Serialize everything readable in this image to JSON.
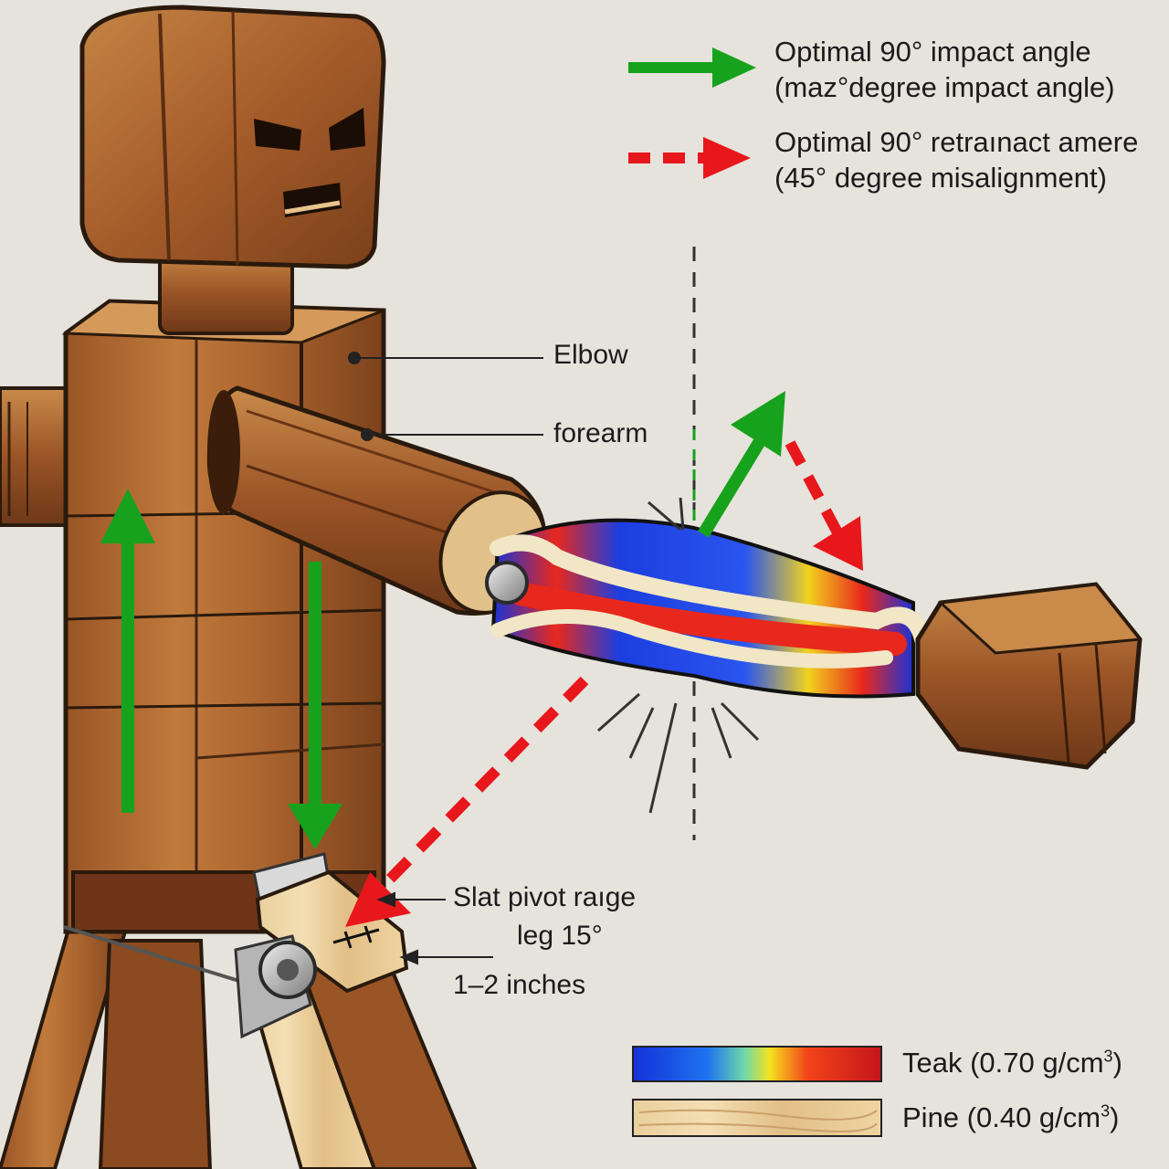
{
  "legend": [
    {
      "line1": "Optimal 90° impact angle",
      "line2": "(maz°degree impact angle)",
      "style": "solid",
      "color": "#16a21c"
    },
    {
      "line1": "Optimal 90° retraınact amere",
      "line2": "(45° degree misalignment)",
      "style": "dashed",
      "color": "#e8171c"
    }
  ],
  "callouts": {
    "elbow": "Elbow",
    "forearm": "forearm",
    "slat_pivot": "Slat pivot raıge",
    "leg_angle": "leg 15°",
    "gap": "1–2 inches"
  },
  "materials": [
    {
      "name": "Teak (0.70 g/cm",
      "exp": "3",
      "close": ")",
      "swatch": "heatmap"
    },
    {
      "name": "Pine (0.40 g/cm",
      "exp": "3",
      "close": ")",
      "swatch": "pine"
    }
  ],
  "colors": {
    "green": "#16a21c",
    "red": "#e8171c",
    "wood_dark": "#8a4a22",
    "wood_mid": "#b06a35",
    "wood_light": "#e2c08a",
    "bone": "#f1e6c5",
    "blue": "#1f3fe0"
  }
}
